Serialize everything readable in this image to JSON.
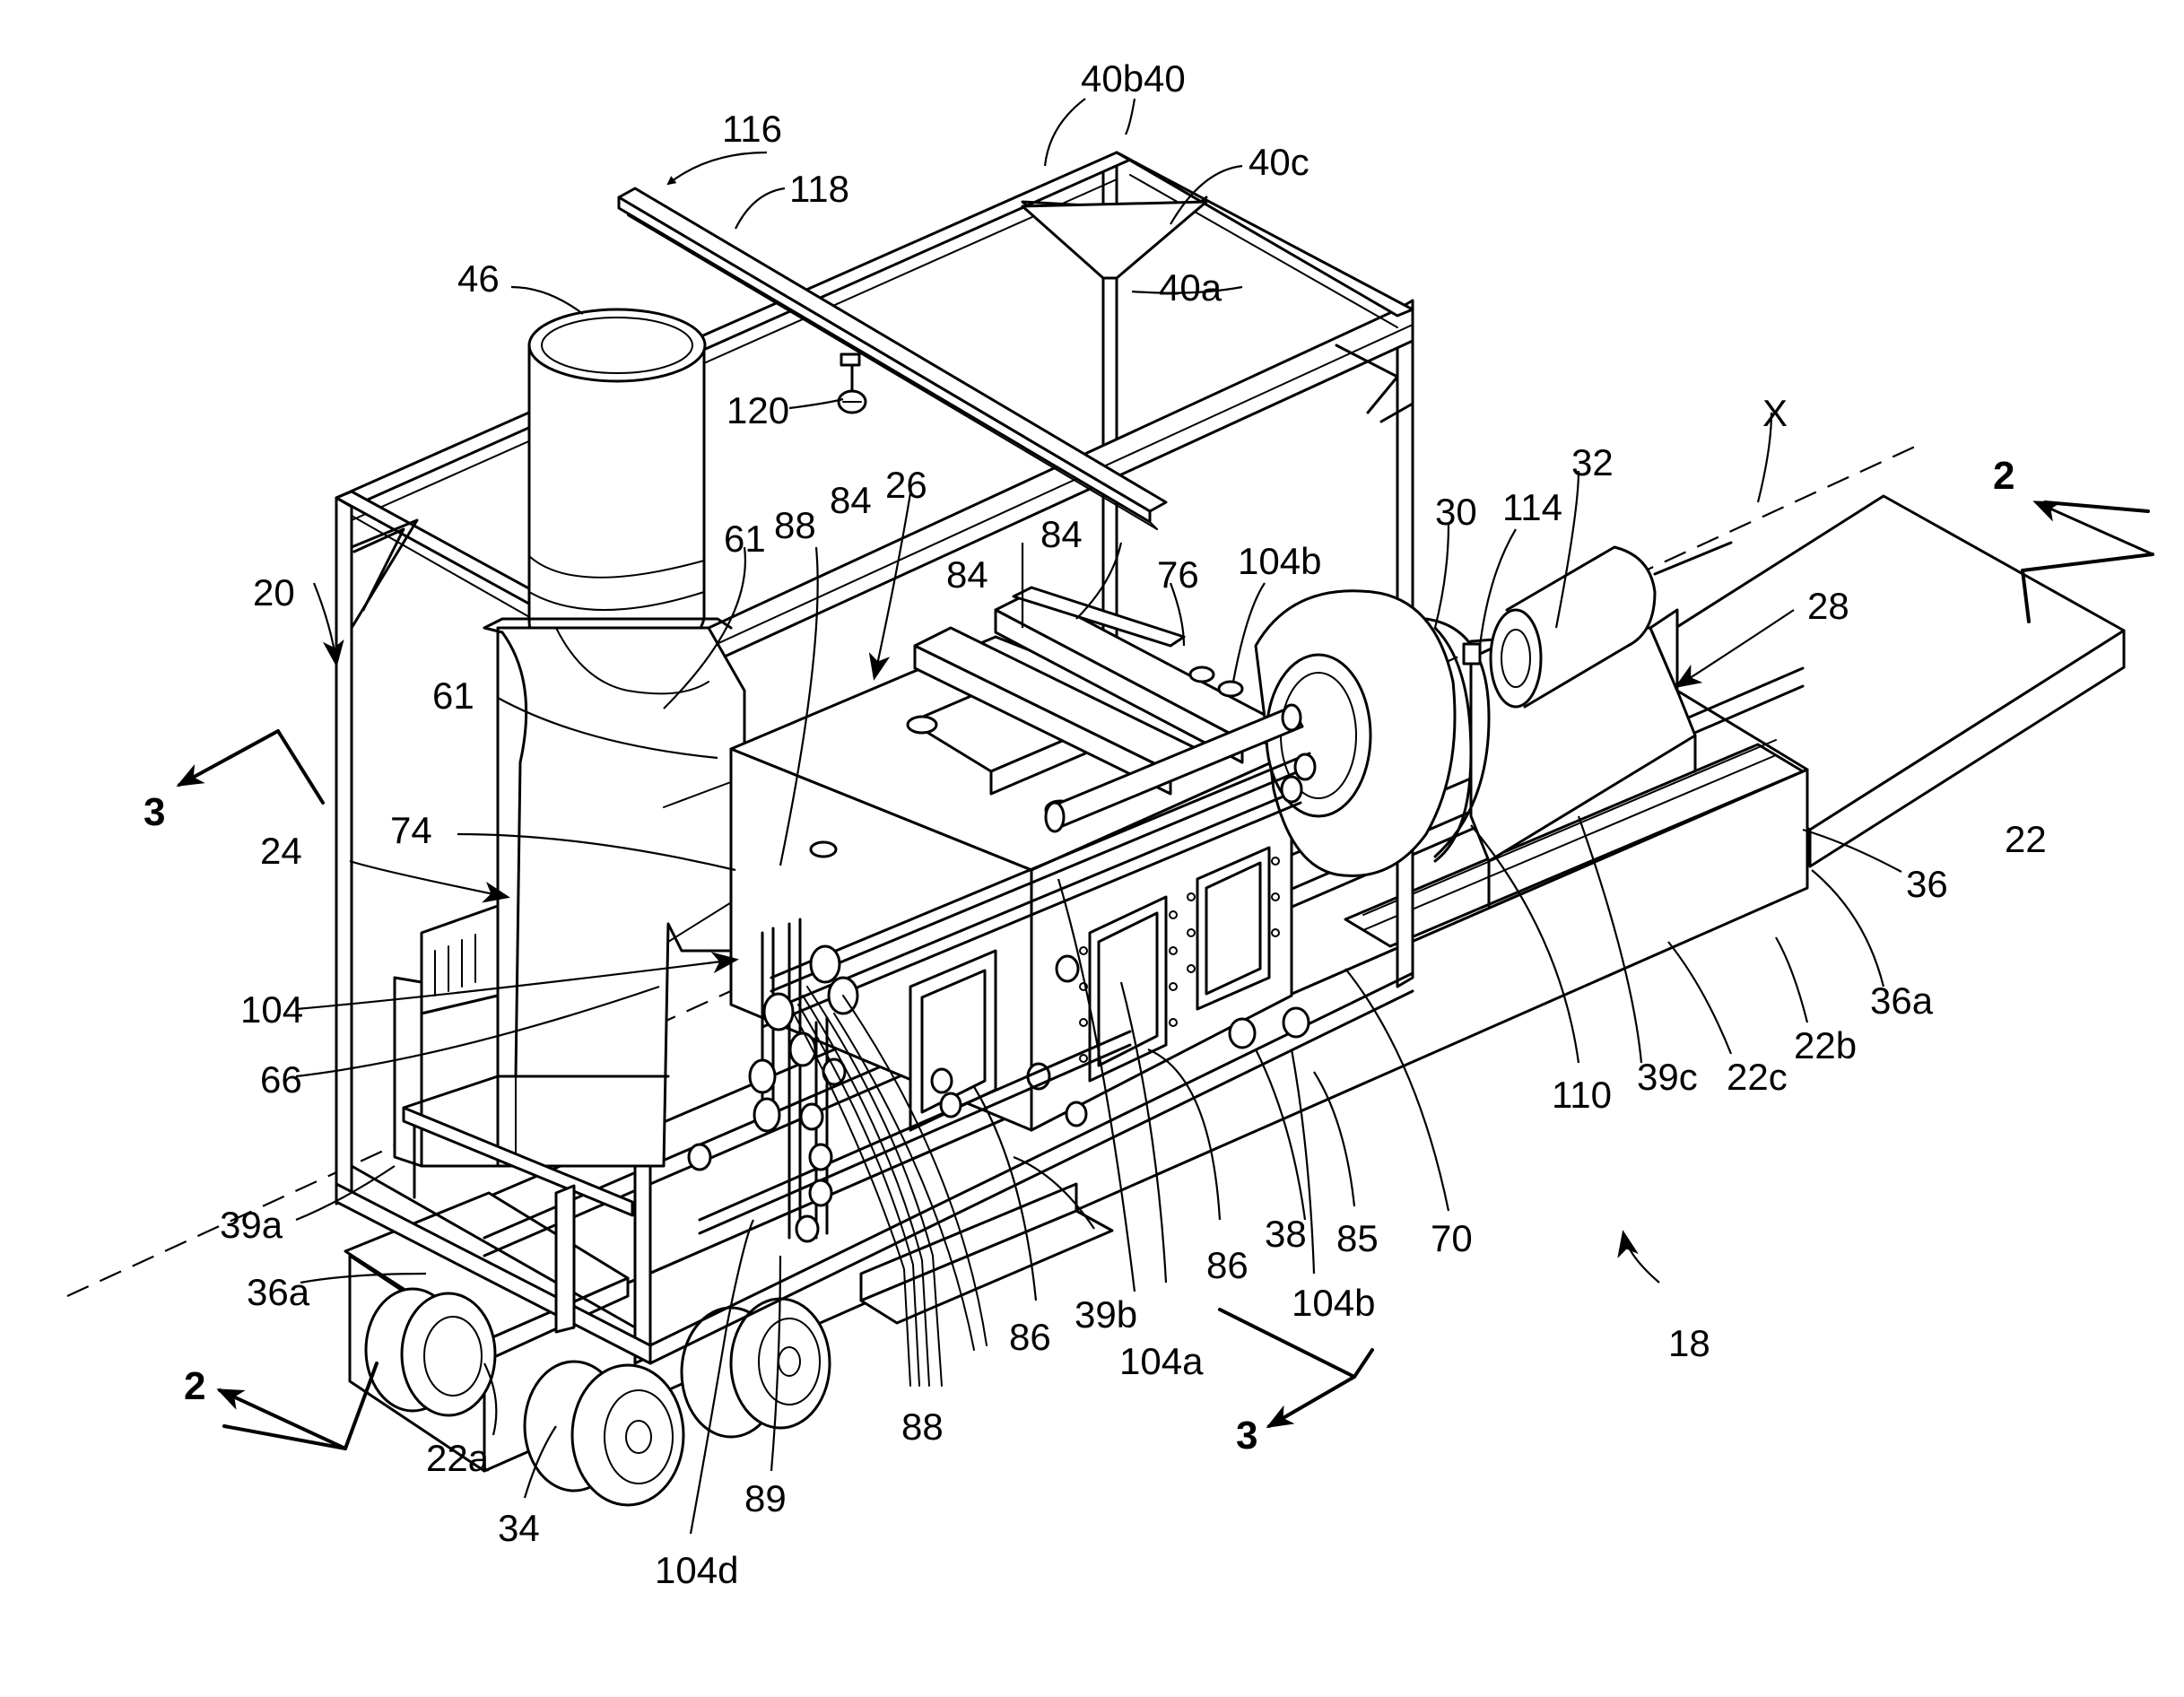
{
  "labels": {
    "l116": "116",
    "l40b": "40b",
    "l40": "40",
    "l118": "118",
    "l40c": "40c",
    "l46": "46",
    "l40a": "40a",
    "l120": "120",
    "lX": "X",
    "l32": "32",
    "l2_right": "2",
    "l30": "30",
    "l114": "114",
    "l104b_top": "104b",
    "l26": "26",
    "l84_a": "84",
    "l84_b": "84",
    "l84_c": "84",
    "l88_top": "88",
    "l61_a": "61",
    "l61_b": "61",
    "l76": "76",
    "l28": "28",
    "l20": "20",
    "l22_right": "22",
    "l3_left": "3",
    "l24": "24",
    "l74": "74",
    "l36": "36",
    "l36a_right": "36a",
    "l22b": "22b",
    "l22c": "22c",
    "l39c": "39c",
    "l110": "110",
    "l104": "104",
    "l66": "66",
    "l70": "70",
    "l85": "85",
    "l38": "38",
    "l104b_bottom": "104b",
    "l86_a": "86",
    "l86_b": "86",
    "l104a": "104a",
    "l39b": "39b",
    "l39a": "39a",
    "l36a_left": "36a",
    "l2_left": "2",
    "l22a": "22a",
    "l34": "34",
    "l104d": "104d",
    "l89": "89",
    "l88_bottom": "88",
    "l3_bottom": "3",
    "l18": "18"
  }
}
